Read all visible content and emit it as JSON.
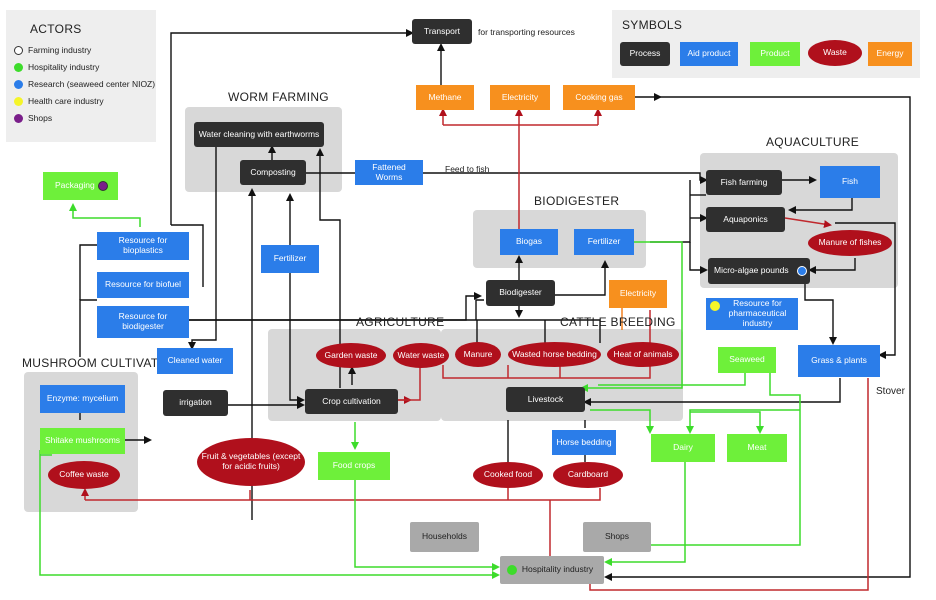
{
  "actors": {
    "title": "ACTORS",
    "items": [
      {
        "label": "Farming industry",
        "color": "#ffffff"
      },
      {
        "label": "Hospitality industry",
        "color": "#3ddc2b"
      },
      {
        "label": "Research (seaweed center NIOZ)",
        "color": "#2b7de9"
      },
      {
        "label": "Health care industry",
        "color": "#f5f52a"
      },
      {
        "label": "Shops",
        "color": "#7a1f8a"
      }
    ]
  },
  "symbols": {
    "title": "SYMBOLS",
    "process": "Process",
    "aid": "Aid product",
    "product": "Product",
    "waste": "Waste",
    "energy": "Energy"
  },
  "regions": {
    "worm": "WORM FARMING",
    "aquaculture": "AQUACULTURE",
    "biodigester": "BIODIGESTER",
    "agriculture": "AGRICULTURE",
    "cattle": "CATTLE BREEDING",
    "mushroom": "MUSHROOM  CULTIVATION"
  },
  "nodes": {
    "transport": "Transport",
    "transport_note": "for transporting resources",
    "methane": "Methane",
    "electricity_top": "Electricity",
    "cooking_gas": "Cooking gas",
    "water_cleaning": "Water cleaning with earthworms",
    "composting": "Composting",
    "fattened_worms": "Fattened Worms",
    "feed_to_fish": "Feed to fish",
    "packaging": "Packaging",
    "res_bioplastics": "Resource for bioplastics",
    "res_biofuel": "Resource for biofuel",
    "res_biodigester": "Resource for biodigester",
    "fertilizer_worm": "Fertilizer",
    "biogas": "Biogas",
    "fertilizer_bio": "Fertilizer",
    "biodigester": "Biodigester",
    "electricity_cattle": "Electricity",
    "fish_farming": "Fish farming",
    "fish": "Fish",
    "aquaponics": "Aquaponics",
    "manure_fishes": "Manure of fishes",
    "microalgae": "Micro-algae pounds",
    "res_pharma": "Resource for pharmaceutical industry",
    "seaweed": "Seaweed",
    "grass_plants": "Grass & plants",
    "stover": "Stover",
    "cleaned_water": "Cleaned water",
    "irrigation": "irrigation",
    "garden_waste": "Garden waste",
    "water_waste": "Water waste",
    "manure": "Manure",
    "wasted_horse_bedding": "Wasted horse bedding",
    "heat_animals": "Heat of animals",
    "crop_cultivation": "Crop cultivation",
    "livestock": "Livestock",
    "enzyme": "Enzyme: mycelium",
    "shiitake": "Shitake mushrooms",
    "coffee_waste": "Coffee waste",
    "fruit_veg": "Fruit & vegetables (except for acidic fruits)",
    "food_crops": "Food crops",
    "horse_bedding": "Horse bedding",
    "dairy": "Dairy",
    "meat": "Meat",
    "cooked_food": "Cooked food",
    "cardboard": "Cardboard",
    "households": "Households",
    "shops": "Shops",
    "hospitality": "Hospitality industry"
  }
}
